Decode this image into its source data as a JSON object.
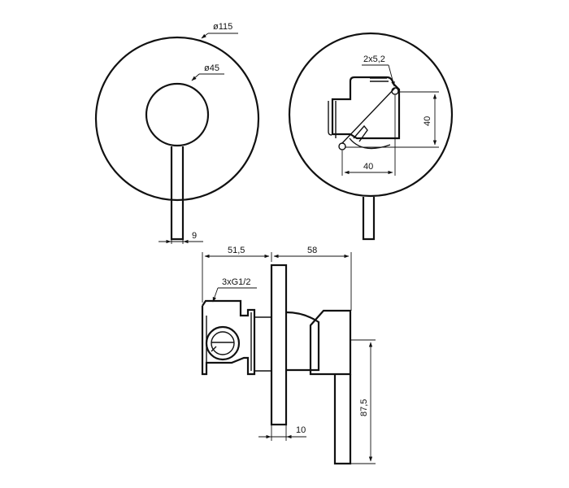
{
  "front_view": {
    "plate_diameter_label": "ø115",
    "knob_diameter_label": "ø45",
    "lever_width_label": "9"
  },
  "rear_view": {
    "holes_label": "2x5,2",
    "vertical_spacing_label": "40",
    "horizontal_spacing_label": "40"
  },
  "side_view": {
    "body_depth_label": "51,5",
    "handle_depth_label": "58",
    "thread_label": "3xG1/2",
    "plate_thickness_label": "10",
    "lever_length_label": "87,5"
  },
  "colors": {
    "line": "#111111",
    "background": "#ffffff"
  }
}
